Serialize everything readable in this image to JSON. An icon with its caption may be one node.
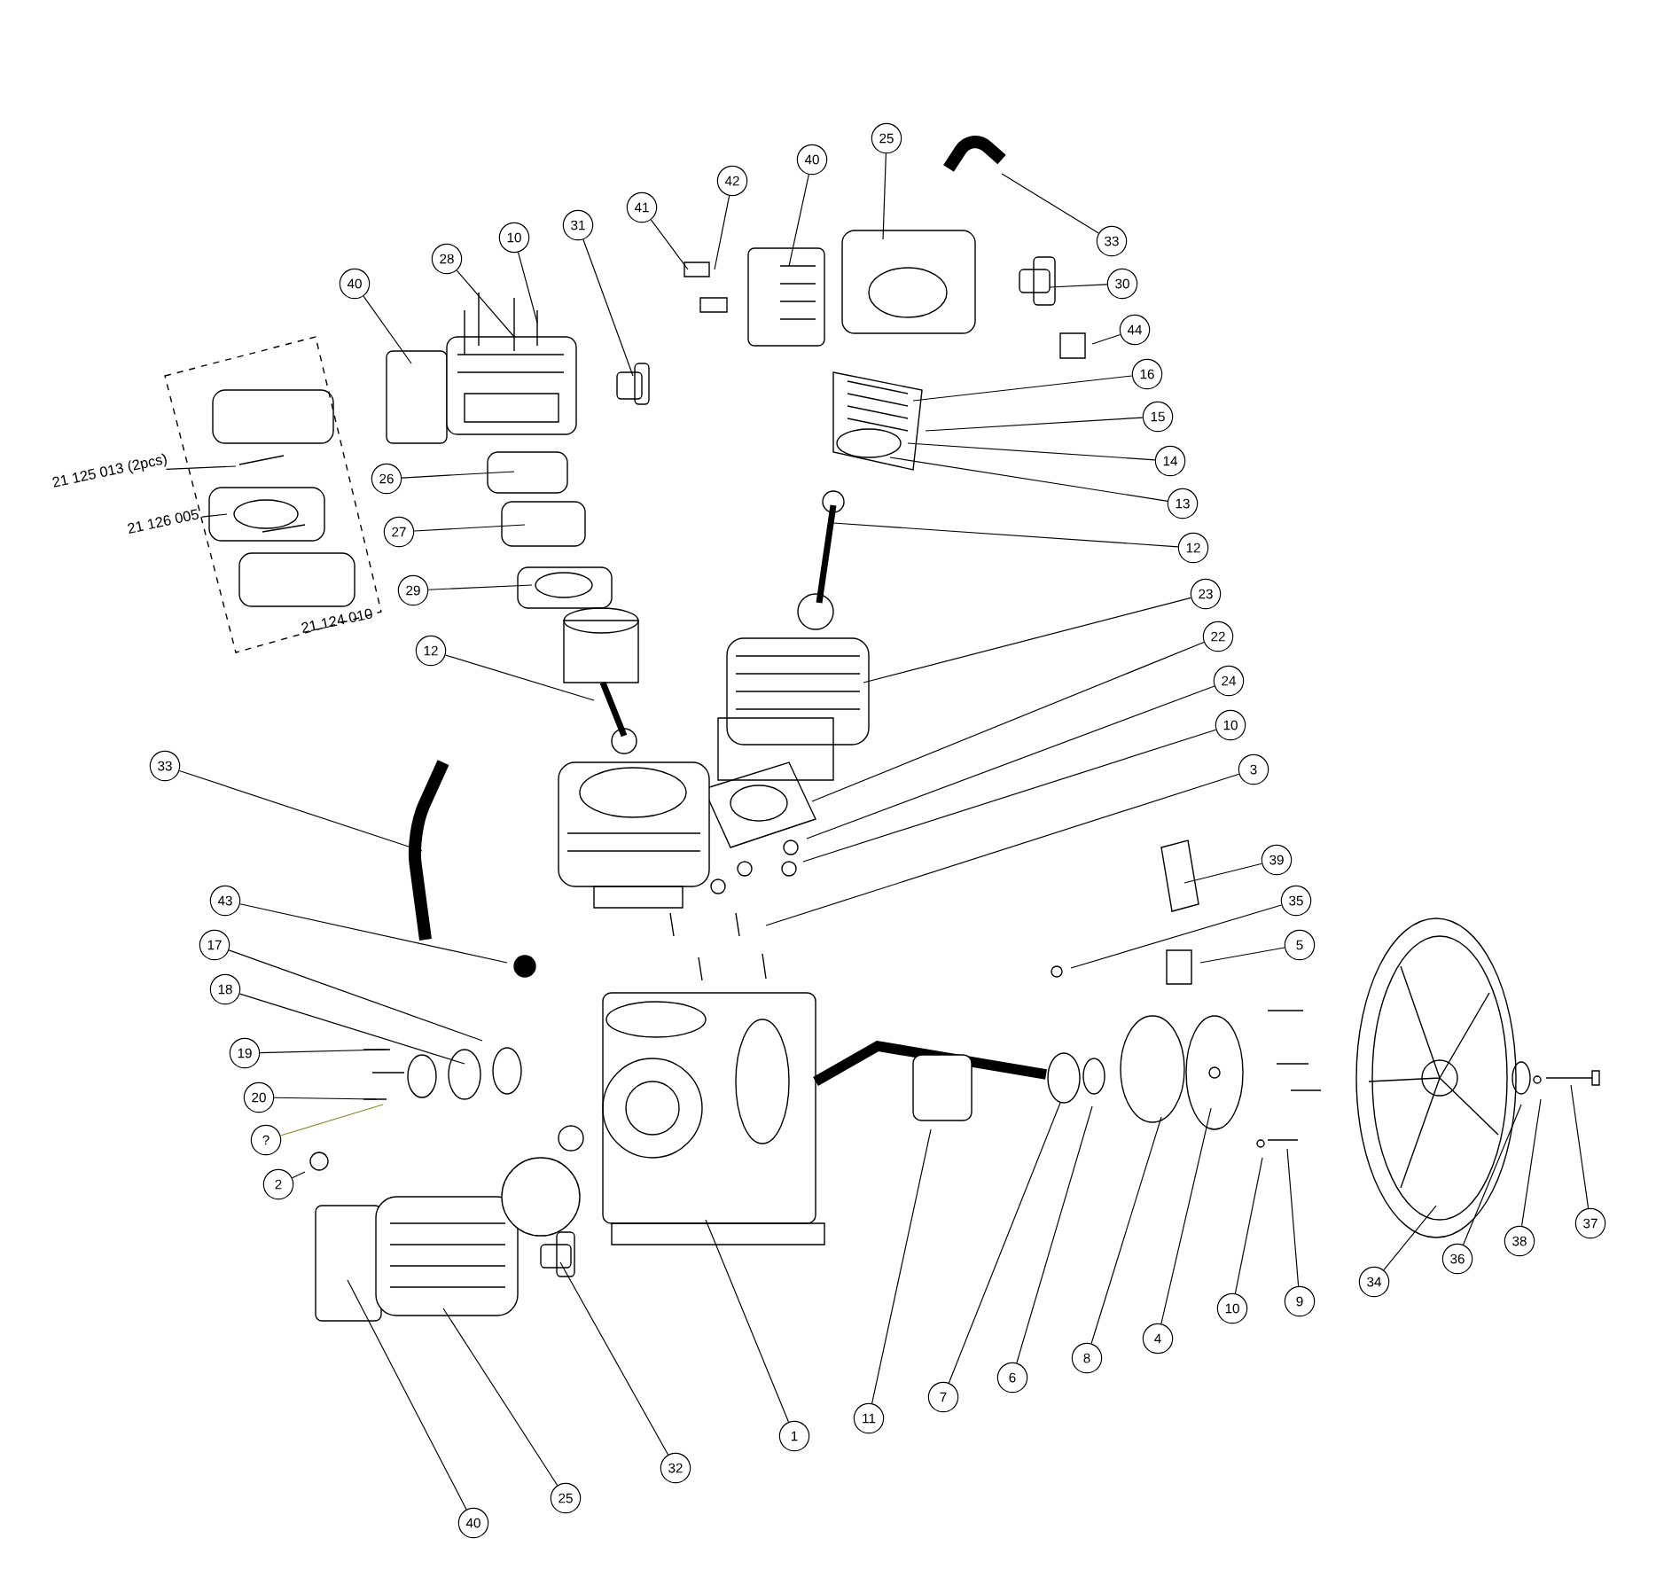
{
  "diagram": {
    "nodes": [
      {
        "text": [
          "40"
        ]
      },
      {
        "text": [
          "28"
        ]
      },
      {
        "text": [
          "10"
        ]
      },
      {
        "text": [
          "31"
        ]
      },
      {
        "text": [
          "41"
        ]
      },
      {
        "text": [
          "42"
        ]
      },
      {
        "text": [
          "40"
        ]
      },
      {
        "text": [
          "25"
        ]
      },
      {
        "text": [
          "33"
        ]
      },
      {
        "text": [
          "30"
        ]
      },
      {
        "text": [
          "44"
        ]
      },
      {
        "text": [
          "16"
        ]
      },
      {
        "text": [
          "15"
        ]
      },
      {
        "text": [
          "14"
        ]
      },
      {
        "text": [
          "13"
        ]
      },
      {
        "text": [
          "12"
        ]
      },
      {
        "text": [
          "23"
        ]
      },
      {
        "text": [
          "22"
        ]
      },
      {
        "text": [
          "24"
        ]
      },
      {
        "text": [
          "10"
        ]
      },
      {
        "text": [
          "3"
        ]
      },
      {
        "text": [
          "39"
        ]
      },
      {
        "text": [
          "35"
        ]
      },
      {
        "text": [
          "5"
        ]
      },
      {
        "text": [
          "21 125 013 (2pcs)"
        ]
      },
      {
        "text": [
          "21 126 005"
        ]
      },
      {
        "text": [
          "26"
        ]
      },
      {
        "text": [
          "27"
        ]
      },
      {
        "text": [
          "29"
        ]
      },
      {
        "text": [
          "12"
        ]
      },
      {
        "text": [
          "33"
        ]
      },
      {
        "text": [
          "43"
        ]
      },
      {
        "text": [
          "17"
        ]
      },
      {
        "text": [
          "18"
        ]
      },
      {
        "text": [
          "19"
        ]
      },
      {
        "text": [
          "20"
        ]
      },
      {
        "text": [
          "?"
        ]
      },
      {
        "text": [
          "2"
        ]
      },
      {
        "text": [
          "40"
        ]
      },
      {
        "text": [
          "25"
        ]
      },
      {
        "text": [
          "32"
        ]
      },
      {
        "text": [
          "1"
        ]
      },
      {
        "text": [
          "11"
        ]
      },
      {
        "text": [
          "7"
        ]
      },
      {
        "text": [
          "6"
        ]
      },
      {
        "text": [
          "8"
        ]
      },
      {
        "text": [
          "4"
        ]
      },
      {
        "text": [
          "10"
        ]
      },
      {
        "text": [
          "9"
        ]
      },
      {
        "text": [
          "34"
        ]
      },
      {
        "text": [
          "36"
        ]
      },
      {
        "text": [
          "38"
        ]
      },
      {
        "text": [
          "37"
        ]
      }
    ],
    "edges": [
      {
        "from": 0,
        "to": null,
        "arrow": "none"
      },
      {
        "from": 1,
        "to": null,
        "arrow": "none"
      },
      {
        "from": 2,
        "to": null,
        "arrow": "none"
      },
      {
        "from": 3,
        "to": null,
        "arrow": "none"
      },
      {
        "from": 4,
        "to": null,
        "arrow": "none"
      },
      {
        "from": 5,
        "to": null,
        "arrow": "none"
      },
      {
        "from": 6,
        "to": null,
        "arrow": "none"
      },
      {
        "from": 7,
        "to": null,
        "arrow": "none"
      },
      {
        "from": 8,
        "to": null,
        "arrow": "none"
      },
      {
        "from": 9,
        "to": null,
        "arrow": "none"
      },
      {
        "from": 10,
        "to": null,
        "arrow": "none"
      },
      {
        "from": 11,
        "to": null,
        "arrow": "none"
      },
      {
        "from": 12,
        "to": null,
        "arrow": "none"
      },
      {
        "from": 13,
        "to": null,
        "arrow": "none"
      },
      {
        "from": 14,
        "to": null,
        "arrow": "none"
      },
      {
        "from": 15,
        "to": null,
        "arrow": "none"
      },
      {
        "from": 16,
        "to": null,
        "arrow": "none"
      },
      {
        "from": 17,
        "to": null,
        "arrow": "none"
      },
      {
        "from": 18,
        "to": null,
        "arrow": "none"
      },
      {
        "from": 19,
        "to": null,
        "arrow": "none"
      },
      {
        "from": 20,
        "to": null,
        "arrow": "none"
      },
      {
        "from": 21,
        "to": null,
        "arrow": "none"
      },
      {
        "from": 22,
        "to": null,
        "arrow": "none"
      },
      {
        "from": 23,
        "to": null,
        "arrow": "none"
      },
      {
        "from": 24,
        "to": null,
        "arrow": "none"
      },
      {
        "from": 25,
        "to": null,
        "arrow": "none"
      },
      {
        "from": 26,
        "to": null,
        "arrow": "none"
      },
      {
        "from": 27,
        "to": null,
        "arrow": "none"
      },
      {
        "from": 28,
        "to": null,
        "arrow": "none"
      },
      {
        "from": 29,
        "to": null,
        "arrow": "none"
      },
      {
        "from": 30,
        "to": null,
        "arrow": "none"
      },
      {
        "from": 31,
        "to": null,
        "arrow": "none"
      },
      {
        "from": 32,
        "to": null,
        "arrow": "none"
      },
      {
        "from": 33,
        "to": null,
        "arrow": "none"
      },
      {
        "from": 34,
        "to": null,
        "arrow": "none"
      },
      {
        "from": 35,
        "to": null,
        "arrow": "none"
      },
      {
        "from": 36,
        "to": null,
        "arrow": "none",
        "color": "#8a8a2e"
      },
      {
        "from": 37,
        "to": null,
        "arrow": "none"
      },
      {
        "from": 38,
        "to": null,
        "arrow": "none"
      },
      {
        "from": 39,
        "to": null,
        "arrow": "none"
      },
      {
        "from": 40,
        "to": null,
        "arrow": "none"
      },
      {
        "from": 41,
        "to": null,
        "arrow": "none"
      },
      {
        "from": 42,
        "to": null,
        "arrow": "none"
      },
      {
        "from": 43,
        "to": null,
        "arrow": "none"
      },
      {
        "from": 44,
        "to": null,
        "arrow": "none"
      },
      {
        "from": 45,
        "to": null,
        "arrow": "none"
      },
      {
        "from": 46,
        "to": null,
        "arrow": "none"
      },
      {
        "from": 47,
        "to": null,
        "arrow": "none"
      },
      {
        "from": 48,
        "to": null,
        "arrow": "none"
      },
      {
        "from": 49,
        "to": null,
        "arrow": "none"
      },
      {
        "from": 50,
        "to": null,
        "arrow": "none"
      },
      {
        "from": 51,
        "to": null,
        "arrow": "none"
      },
      {
        "from": 52,
        "to": null,
        "arrow": "none"
      }
    ],
    "labels": [
      "21 124 010"
    ]
  }
}
